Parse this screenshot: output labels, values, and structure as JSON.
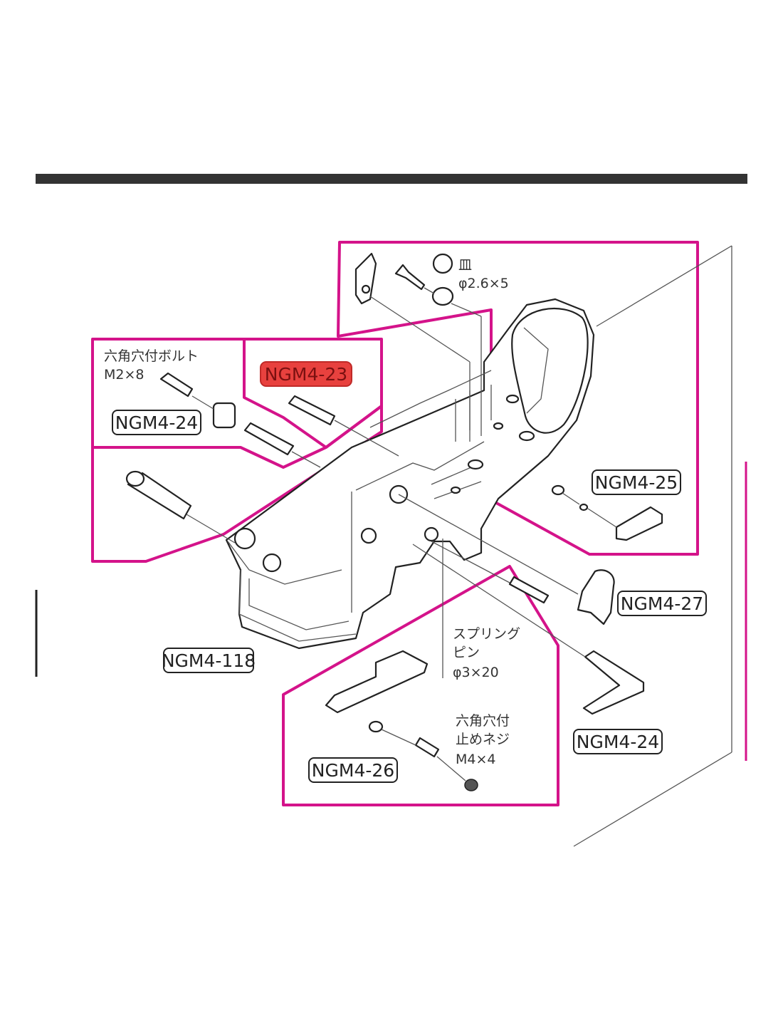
{
  "labels": {
    "ngm4_23": "NGM4-23",
    "ngm4_24_left": "NGM4-24",
    "ngm4_25": "NGM4-25",
    "ngm4_27": "NGM4-27",
    "ngm4_118": "NGM4-118",
    "ngm4_24_right": "NGM4-24",
    "ngm4_26": "NGM4-26"
  },
  "notes": {
    "hex_bolt_l1": "六角穴付ボルト",
    "hex_bolt_l2": "M2×8",
    "pan_screw_l1": "皿",
    "pan_screw_l2": "φ2.6×5",
    "spring_pin_l1": "スプリング",
    "spring_pin_l2": "ピン",
    "spring_pin_l3": "φ3×20",
    "set_screw_l1": "六角穴付",
    "set_screw_l2": "止めネジ",
    "set_screw_l3": "M4×4"
  },
  "colors": {
    "group_outline": "#d4138a",
    "highlight": "#e8413e"
  },
  "highlighted_part": "NGM4-23"
}
